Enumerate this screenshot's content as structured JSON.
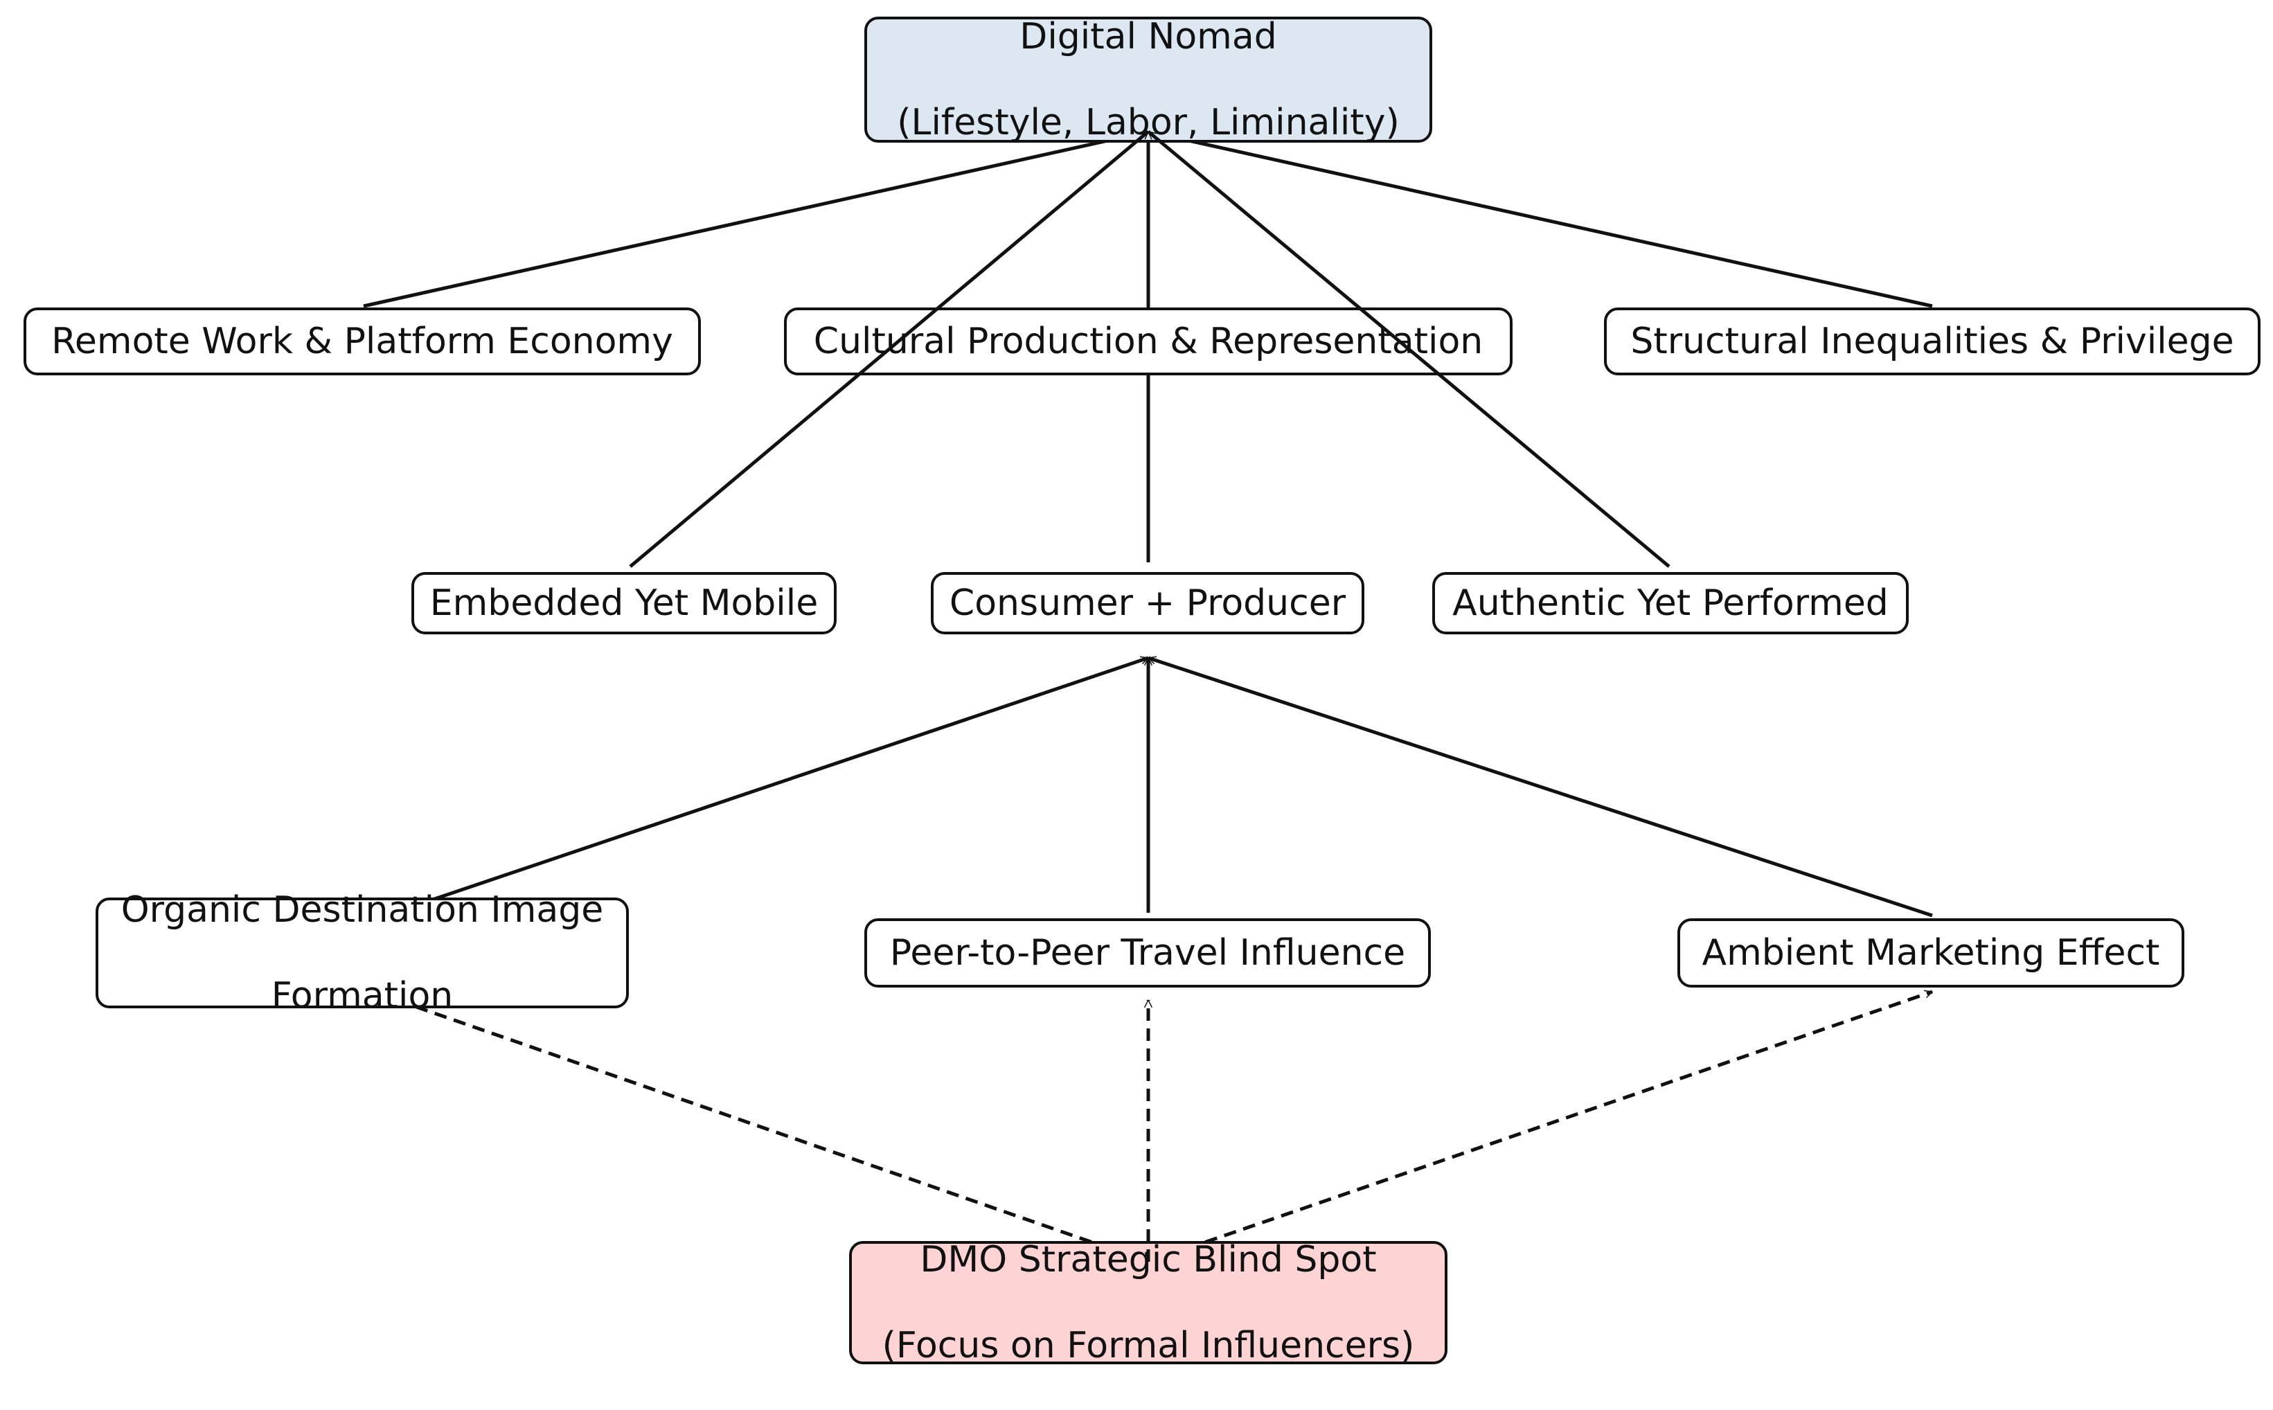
{
  "colors": {
    "top_fill": "#dde7f2",
    "bottom_fill": "#fdd3d3",
    "box_fill": "#ffffff",
    "stroke": "#111111"
  },
  "nodes": {
    "digital_nomad": {
      "line1": "Digital Nomad",
      "line2": "(Lifestyle, Labor, Liminality)"
    },
    "remote_work": {
      "label": "Remote Work & Platform Economy"
    },
    "cultural_production": {
      "label": "Cultural Production & Representation"
    },
    "structural_inequalities": {
      "label": "Structural Inequalities & Privilege"
    },
    "embedded_mobile": {
      "label": "Embedded Yet Mobile"
    },
    "consumer_producer": {
      "label": "Consumer + Producer"
    },
    "authentic_performed": {
      "label": "Authentic Yet Performed"
    },
    "organic_image": {
      "line1": "Organic Destination Image",
      "line2": "Formation"
    },
    "peer_influence": {
      "label": "Peer-to-Peer Travel Influence"
    },
    "ambient_marketing": {
      "label": "Ambient Marketing Effect"
    },
    "dmo_blind_spot": {
      "line1": "DMO Strategic Blind Spot",
      "line2": "(Focus on Formal Influencers)"
    }
  },
  "edges": [
    {
      "from": "remote_work",
      "to": "digital_nomad",
      "style": "solid"
    },
    {
      "from": "structural_inequalities",
      "to": "digital_nomad",
      "style": "solid"
    },
    {
      "from": "embedded_mobile",
      "to": "digital_nomad",
      "style": "solid"
    },
    {
      "from": "consumer_producer",
      "to": "digital_nomad",
      "style": "solid"
    },
    {
      "from": "authentic_performed",
      "to": "digital_nomad",
      "style": "solid"
    },
    {
      "from": "organic_image",
      "to": "consumer_producer",
      "style": "solid"
    },
    {
      "from": "peer_influence",
      "to": "consumer_producer",
      "style": "solid"
    },
    {
      "from": "ambient_marketing",
      "to": "consumer_producer",
      "style": "solid"
    },
    {
      "from": "dmo_blind_spot",
      "to": "organic_image",
      "style": "dashed"
    },
    {
      "from": "dmo_blind_spot",
      "to": "peer_influence",
      "style": "dashed"
    },
    {
      "from": "dmo_blind_spot",
      "to": "ambient_marketing",
      "style": "dashed"
    }
  ]
}
